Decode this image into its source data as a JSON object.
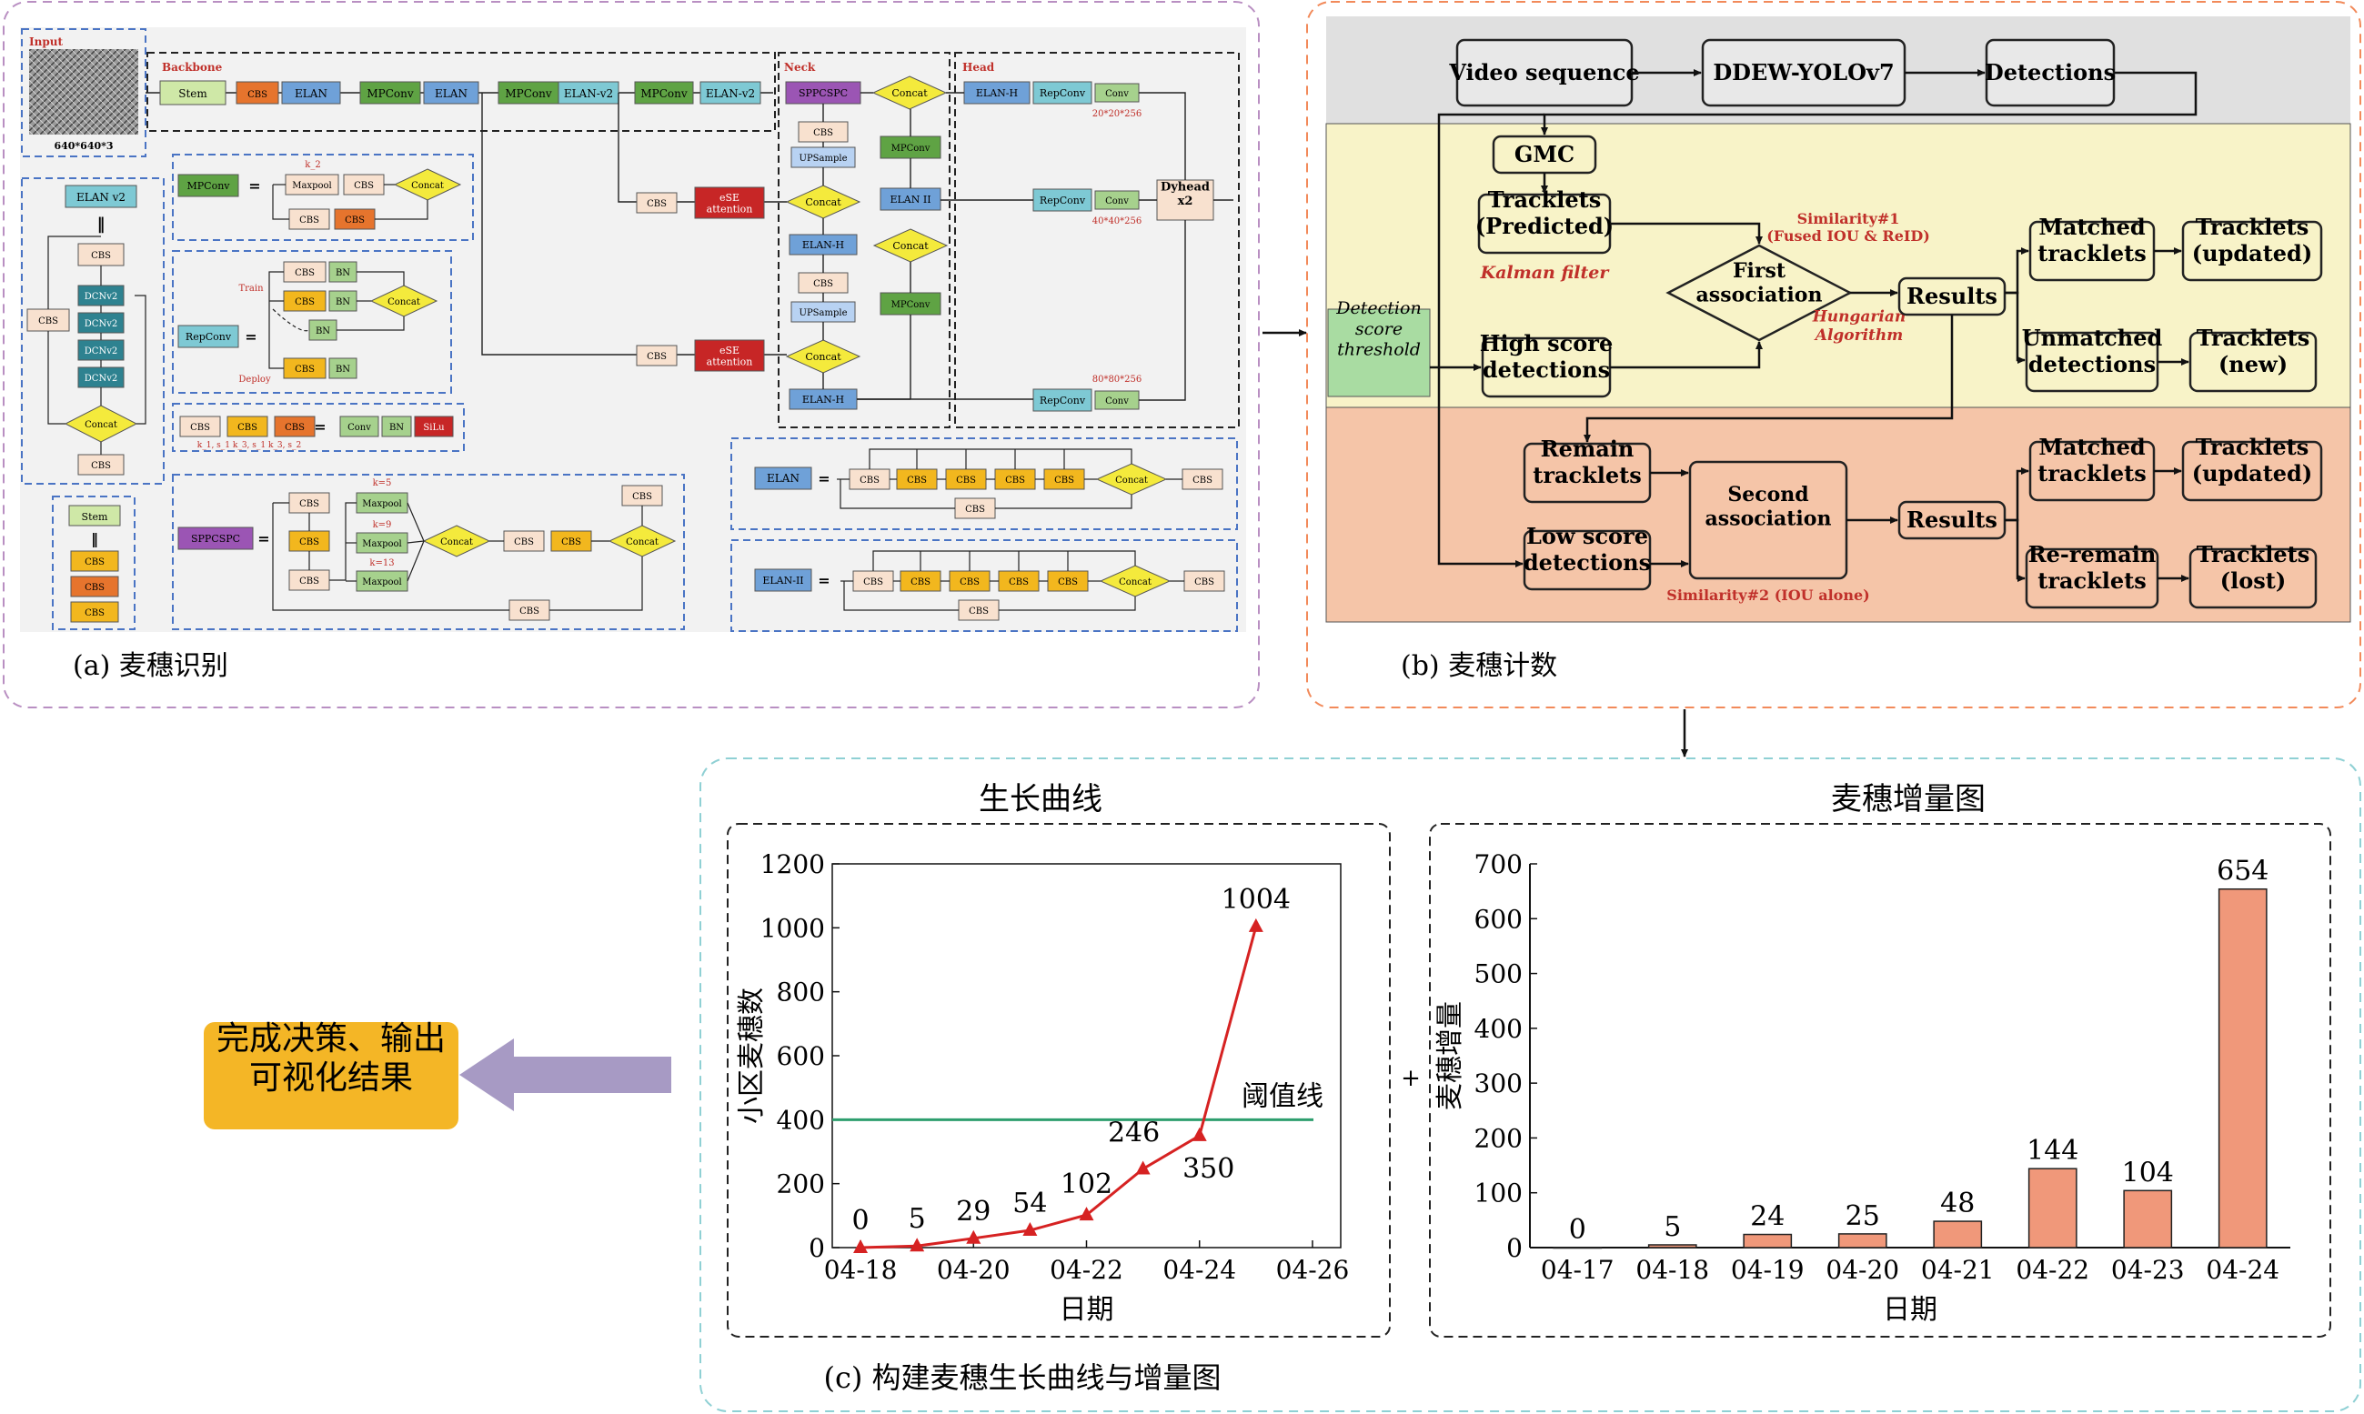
{
  "panels": {
    "a_caption": "(a) 麦穗识别",
    "b_caption": "(b) 麦穗计数",
    "c_caption": "(c) 构建麦穗生长曲线与增量图"
  },
  "network": {
    "section_input": "Input",
    "input_size": "640*640*3",
    "section_backbone": "Backbone",
    "section_neck": "Neck",
    "section_head": "Head",
    "stem": "Stem",
    "cbs": "CBS",
    "elan": "ELAN",
    "mpconv": "MPConv",
    "elan_v2": "ELAN-v2",
    "sppcspc": "SPPCSPC",
    "upsample": "UPSample",
    "concat": "Concat",
    "elan_h": "ELAN-H",
    "elan_ii": "ELAN II",
    "repconv": "RepConv",
    "conv": "Conv",
    "ese": "eSE\nattention",
    "dyhead": "Dyhead\nx2",
    "head_20": "20*20*256",
    "head_40": "40*40*256",
    "head_80": "80*80*256",
    "elanv2_title": "ELAN v2",
    "dcnv2": "DCNv2",
    "maxpool": "Maxpool",
    "k2": "k_2",
    "train": "Train",
    "deploy": "Deploy",
    "bn": "BN",
    "silu": "SiLu",
    "cbs_params": "k_1, s_1   k_3, s_1   k_3, s_2",
    "k5": "k=5",
    "k9": "k=9",
    "k13": "k=13",
    "elan_block": "ELAN",
    "elan_ii_block": "ELAN-II"
  },
  "tracking": {
    "video": "Video sequence",
    "model": "DDEW-YOLOv7",
    "detections": "Detections",
    "gmc": "GMC",
    "tracklets_pred": "Tracklets\n(Predicted)",
    "kalman": "Kalman filter",
    "threshold": "Detection\nscore\nthreshold",
    "high_score": "High score\ndetections",
    "first_assoc": "First\nassociation",
    "similarity1": "Similarity#1\n(Fused IOU & ReID)",
    "hungarian": "Hungarian\nAlgorithm",
    "results": "Results",
    "matched": "Matched\ntracklets",
    "tracklets_updated": "Tracklets\n(updated)",
    "unmatched": "Unmatched\ndetections",
    "tracklets_new": "Tracklets\n(new)",
    "remain": "Remain\ntracklets",
    "low_score": "Low score\ndetections",
    "second_assoc": "Second\nassociation",
    "similarity2": "Similarity#2 (IOU alone)",
    "reremain": "Re-remain\ntracklets",
    "tracklets_lost": "Tracklets\n(lost)"
  },
  "decision_box": "完成决策、输出\n可视化结果",
  "plus_sign": "+",
  "chart_data": [
    {
      "type": "line",
      "title": "生长曲线",
      "xlabel": "日期",
      "ylabel": "小区麦穗数",
      "xticks": [
        "04-18",
        "04-20",
        "04-22",
        "04-24",
        "04-26"
      ],
      "x": [
        "04-18",
        "04-19",
        "04-20",
        "04-21",
        "04-22",
        "04-23",
        "04-24",
        "04-25"
      ],
      "values": [
        0,
        5,
        29,
        54,
        102,
        246,
        350,
        1004
      ],
      "ylim": [
        0,
        1200
      ],
      "yticks": [
        0,
        200,
        400,
        600,
        800,
        1000,
        1200
      ],
      "threshold": 400,
      "threshold_label": "阈值线",
      "line_color": "#d62222",
      "threshold_color": "#2e9e6e"
    },
    {
      "type": "bar",
      "title": "麦穗增量图",
      "xlabel": "日期",
      "ylabel": "麦穗增量",
      "categories": [
        "04-17",
        "04-18",
        "04-19",
        "04-20",
        "04-21",
        "04-22",
        "04-23",
        "04-24"
      ],
      "values": [
        0,
        5,
        24,
        25,
        48,
        144,
        104,
        654
      ],
      "ylim": [
        0,
        700
      ],
      "yticks": [
        0,
        100,
        200,
        300,
        400,
        500,
        600,
        700
      ],
      "bar_color": "#f0987a"
    }
  ]
}
